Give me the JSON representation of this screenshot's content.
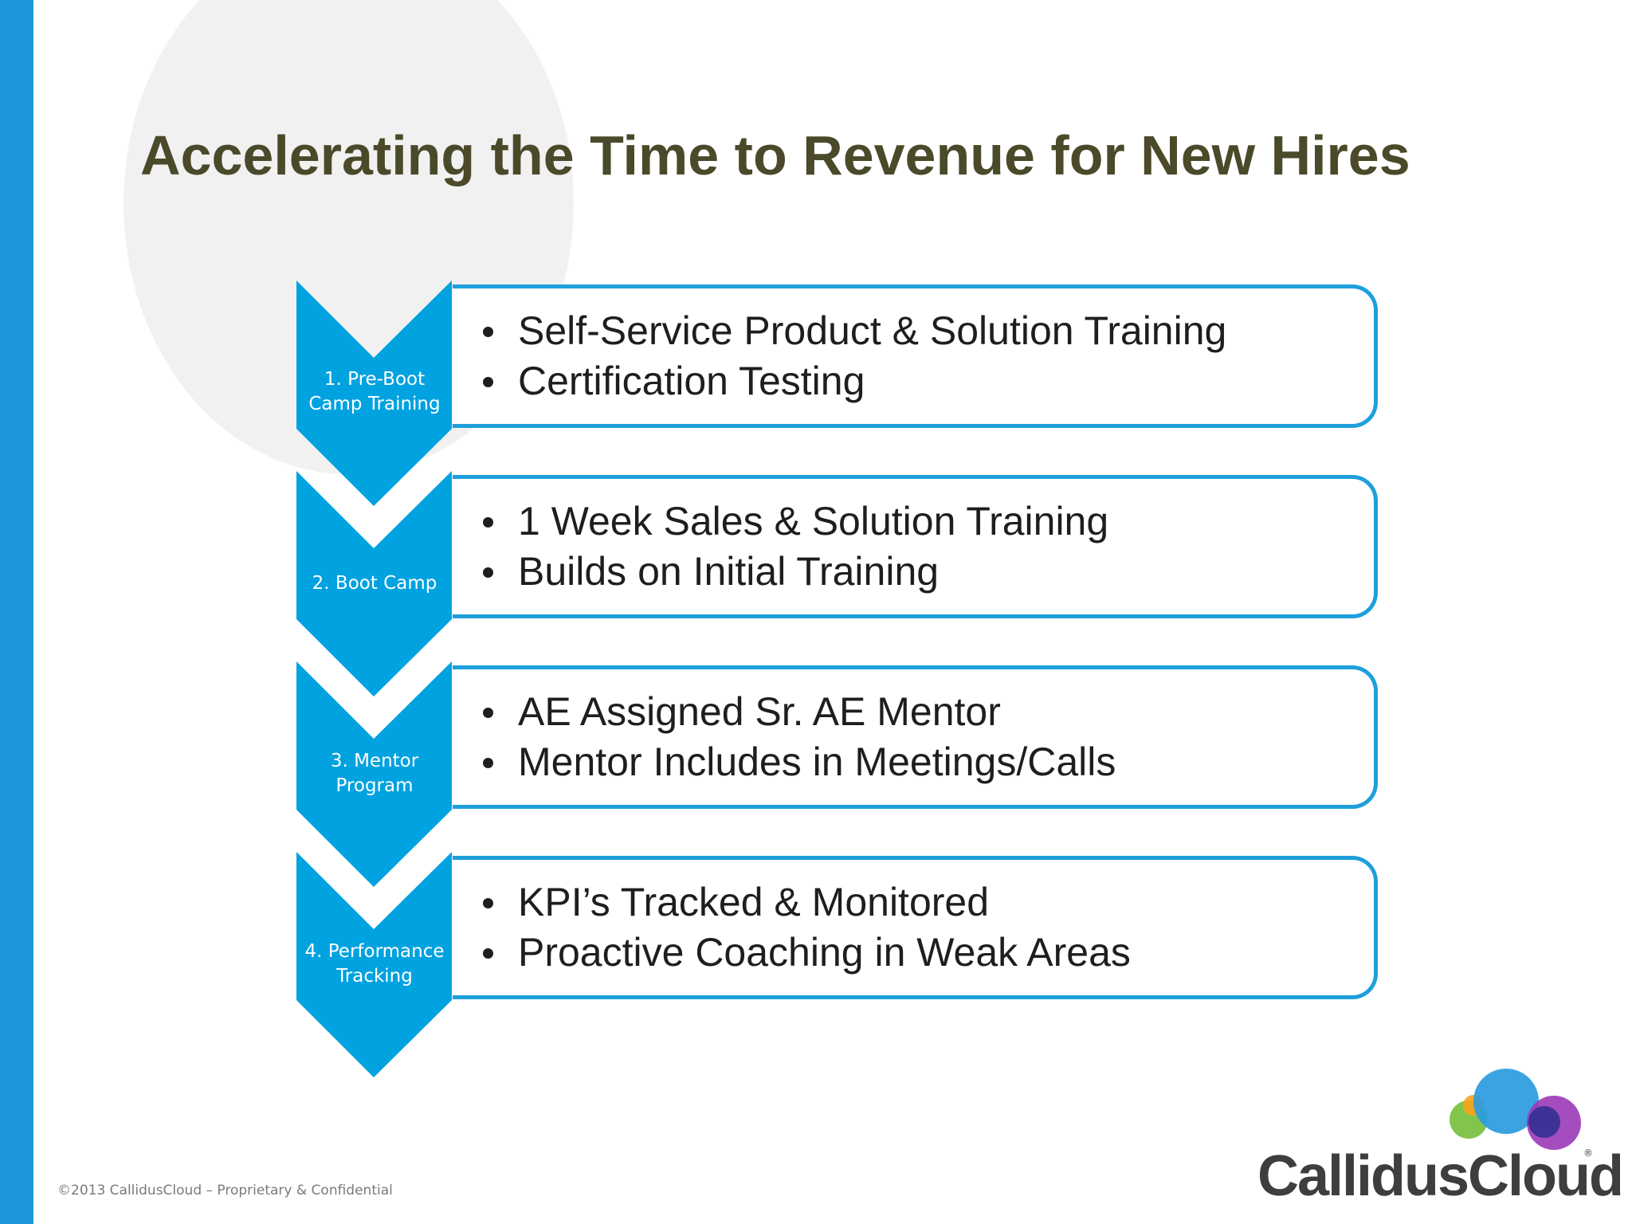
{
  "title": "Accelerating the Time to Revenue for New Hires",
  "colors": {
    "accent_blue": "#00a2e0",
    "box_border": "#1e9fdb",
    "left_bar": "#1f96dc",
    "title_text": "#4a4a2a"
  },
  "steps": [
    {
      "label_lines": [
        "1. Pre-Boot",
        "Camp Training"
      ],
      "bullets": [
        "Self-Service Product & Solution Training",
        "Certification Testing"
      ]
    },
    {
      "label_lines": [
        "2. Boot Camp"
      ],
      "bullets": [
        "1 Week Sales & Solution Training",
        "Builds on Initial Training"
      ]
    },
    {
      "label_lines": [
        "3. Mentor",
        "Program"
      ],
      "bullets": [
        "AE Assigned Sr. AE Mentor",
        "Mentor Includes in Meetings/Calls"
      ]
    },
    {
      "label_lines": [
        "4. Performance",
        "Tracking"
      ],
      "bullets": [
        "KPI’s Tracked & Monitored",
        "Proactive Coaching in Weak Areas"
      ]
    }
  ],
  "footer": {
    "copyright": "©2013 CallidusCloud – Proprietary & Confidential"
  },
  "logo": {
    "text": "CallidusCloud",
    "reg_mark": "®"
  }
}
